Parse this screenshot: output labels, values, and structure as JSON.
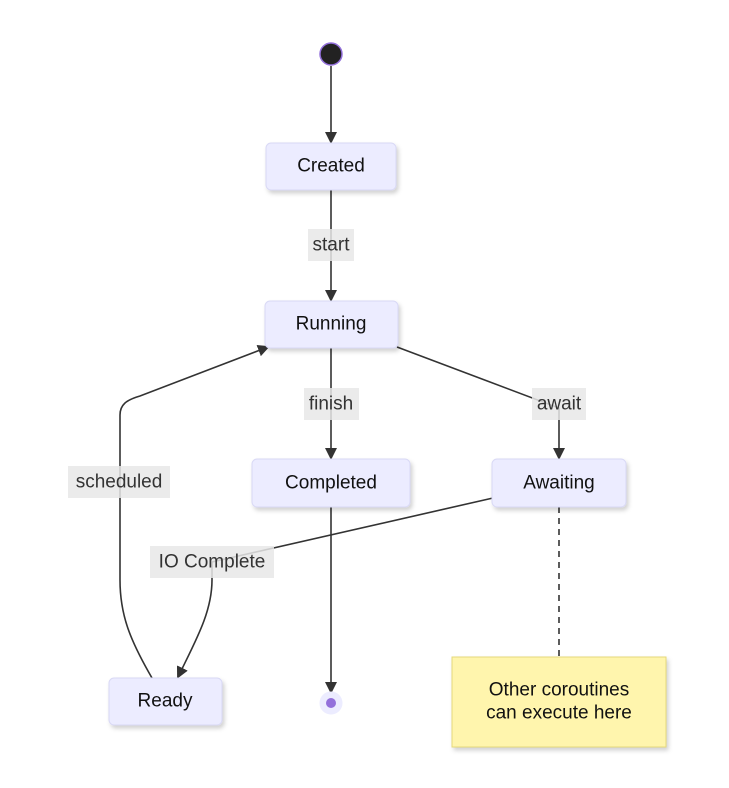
{
  "diagram": {
    "type": "state-diagram",
    "states": {
      "created": "Created",
      "running": "Running",
      "completed": "Completed",
      "awaiting": "Awaiting",
      "ready": "Ready"
    },
    "transitions": {
      "start": "start",
      "finish": "finish",
      "await": "await",
      "io_complete": "IO Complete",
      "scheduled": "scheduled"
    },
    "note": {
      "line1": "Other coroutines",
      "line2": "can execute here"
    },
    "colors": {
      "state_fill": "#ececff",
      "note_fill": "#fff5ad",
      "edge": "#333333",
      "start_node": "#222222",
      "start_node_border": "#9370db",
      "end_node": "#9370db"
    }
  }
}
